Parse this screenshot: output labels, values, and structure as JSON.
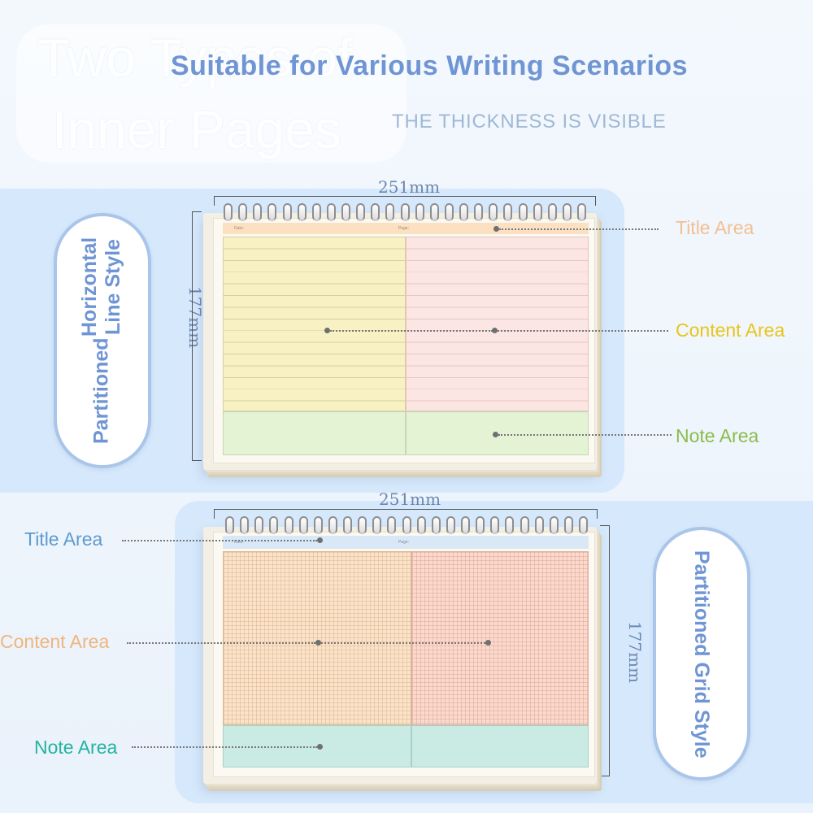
{
  "header": {
    "ghost_line_1": "Two Types of",
    "ghost_line_2": "Inner Pages",
    "headline": "Suitable for Various Writing Scenarios",
    "subline": "THE THICKNESS IS VISIBLE"
  },
  "style_1": {
    "name_line_1": "Partitioned",
    "name_line_2": "Horizontal Line Style",
    "width_label": "251mm",
    "height_label": "177mm",
    "title_bar": {
      "date": "Date:",
      "page": "Page:"
    },
    "labels": {
      "title": "Title Area",
      "content": "Content Area",
      "note": "Note Area"
    },
    "label_colors": {
      "title": "#f2bf92",
      "content": "#e8c51d",
      "note": "#8cbc4c"
    }
  },
  "style_2": {
    "name": "Partitioned Grid Style",
    "width_label": "251mm",
    "height_label": "177mm",
    "title_bar": {
      "date": "Date:",
      "page": "Page:"
    },
    "labels": {
      "title": "Title Area",
      "content": "Content Area",
      "note": "Note Area"
    },
    "label_colors": {
      "title": "#5e9bcf",
      "content": "#eeb67c",
      "note": "#23b3a0"
    }
  }
}
